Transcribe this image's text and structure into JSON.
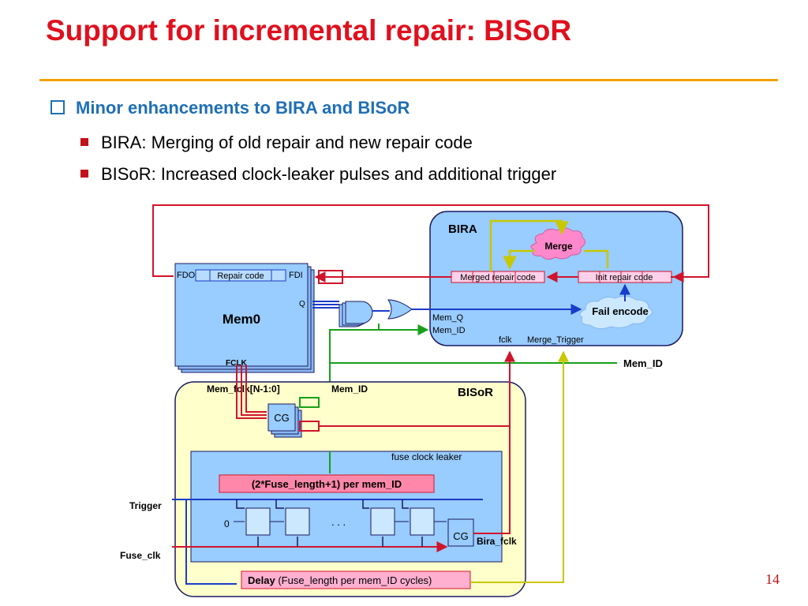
{
  "slide": {
    "title": "Support for incremental repair: BISoR",
    "bullet": "Minor enhancements to BIRA and BISoR",
    "subbullets": [
      "BIRA: Merging of old repair and new repair code",
      "BISoR: Increased clock-leaker pulses and additional trigger"
    ],
    "page_number": "14"
  },
  "diagram": {
    "bira": {
      "title": "BIRA",
      "merge": "Merge",
      "merged_repair_code": "Merged repair code",
      "init_repair_code": "Init repair code",
      "fail_encode": "Fail encode",
      "mem_q": "Mem_Q",
      "mem_id": "Mem_ID",
      "fclk": "fclk",
      "merge_trigger": "Merge_Trigger"
    },
    "mem0": {
      "name": "Mem0",
      "fdo": "FDO",
      "fdi": "FDI",
      "repair_code": "Repair code",
      "q": "Q",
      "fclk": "FCLK"
    },
    "bisor": {
      "title": "BISoR",
      "mem_fclk": "Mem_fclk[N-1:0]",
      "mem_id": "Mem_ID",
      "cg": "CG",
      "fuse_clock_leaker": "fuse clock leaker",
      "counter": "(2*Fuse_length+1) per mem_ID",
      "zero": "0",
      "dots": ". . .",
      "cg2": "CG",
      "bira_fclk": "Bira_fclk",
      "delay_bold": "Delay",
      "delay_rest": " (Fuse_length per mem_ID cycles)"
    },
    "signals": {
      "mem_id_out": "Mem_ID",
      "trigger": "Trigger",
      "fuse_clk": "Fuse_clk"
    }
  }
}
